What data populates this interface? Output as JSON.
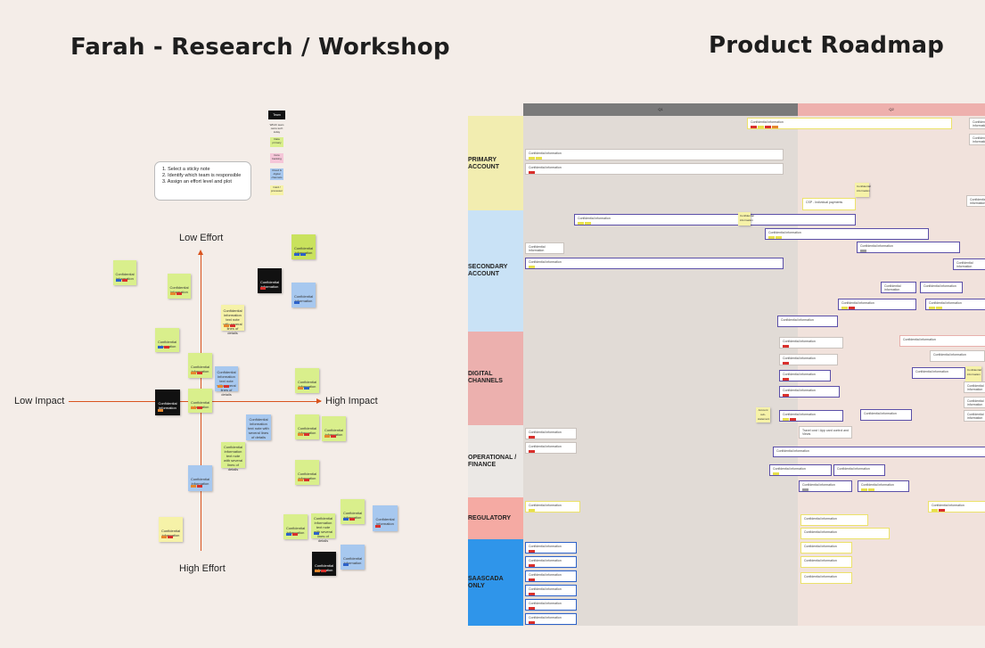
{
  "board": {
    "left_title": "Farah - Research / Workshop",
    "right_title": "Product Roadmap"
  },
  "workshop": {
    "instructions": [
      "1. Select a sticky note",
      "2. Identify which team is responsible",
      "3. Assign an effort level and plot"
    ],
    "legend": {
      "header": "Team",
      "items": [
        "Which team owns tech today",
        "Data primary",
        "Core banking",
        "Cloud & digital channels",
        "Card / processor"
      ]
    },
    "axes": {
      "top": "Low Effort",
      "bottom": "High Effort",
      "left": "Low Impact",
      "right": "High Impact"
    },
    "sticky_text": "Confidential information",
    "sticky_long_text": "Confidential information text note with several lines of details",
    "colors": {
      "green": "#d9ef8c",
      "yellow": "#f6f2a8",
      "blue": "#a7c8ef",
      "black": "#111111",
      "axis": "#d9541e"
    }
  },
  "roadmap": {
    "quarters": [
      "Q1",
      "Q2"
    ],
    "lanes": [
      {
        "label": "PRIMARY\nACCOUNT",
        "color": "#f2edb0"
      },
      {
        "label": "SECONDARY\nACCOUNT",
        "color": "#c9e2f6"
      },
      {
        "label": "DIGITAL\nCHANNELS",
        "color": "#ecb0ae"
      },
      {
        "label": "OPERATIONAL /\nFINANCE",
        "color": "#ebe8e5"
      },
      {
        "label": "REGULATORY",
        "color": "#f5aaa3"
      },
      {
        "label": "SAASCADA\nONLY",
        "color": "#2f95ea"
      }
    ],
    "card_text": "Confidential information",
    "misc_text": [
      "CSP - Individual payments",
      "Travel cost / App card control and Views",
      "Account sub-statement"
    ]
  }
}
